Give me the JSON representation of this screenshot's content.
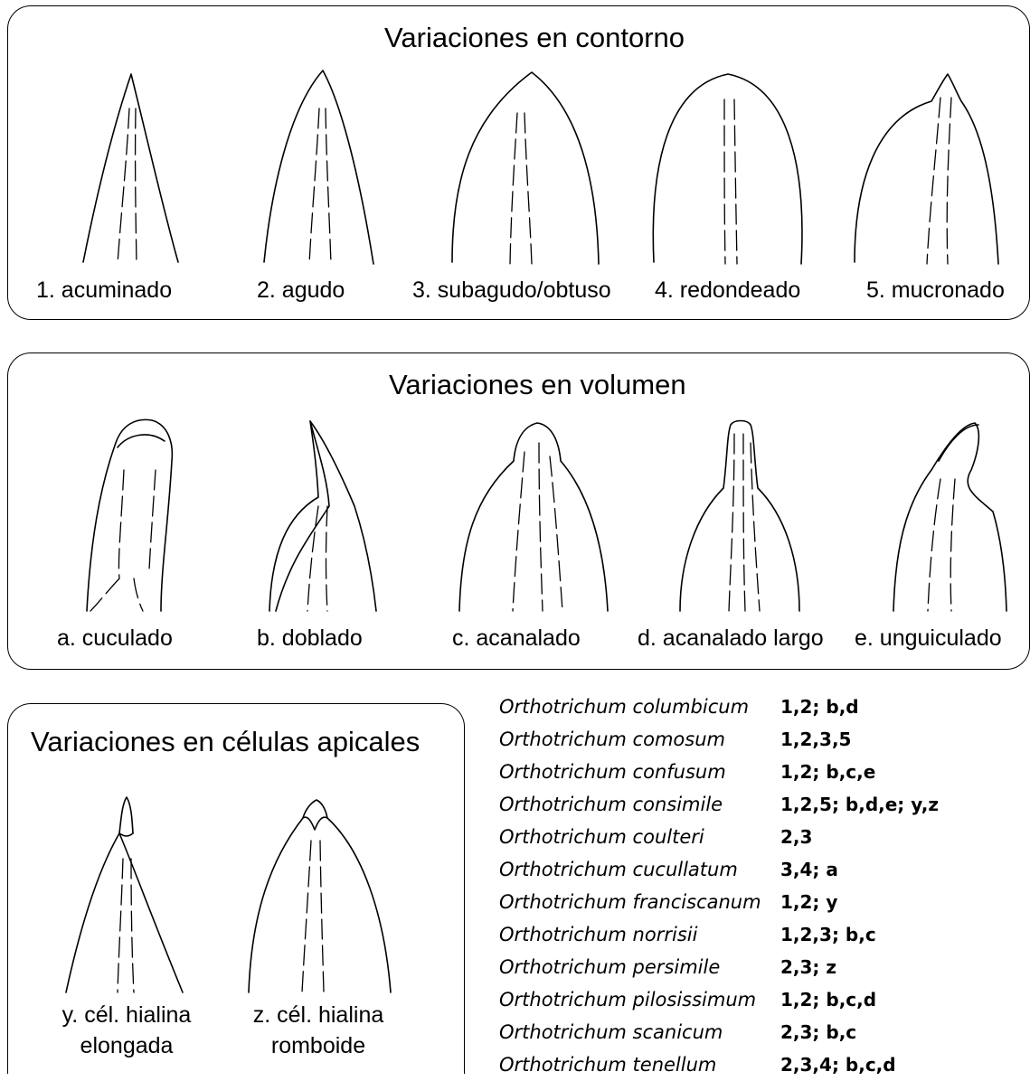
{
  "panels": {
    "contour": {
      "title": "Variaciones en contorno",
      "items": [
        {
          "label": "1. acuminado"
        },
        {
          "label": "2. agudo"
        },
        {
          "label": "3. subagudo/obtuso"
        },
        {
          "label": "4. redondeado"
        },
        {
          "label": "5. mucronado"
        }
      ]
    },
    "volume": {
      "title": "Variaciones en volumen",
      "items": [
        {
          "label": "a. cuculado"
        },
        {
          "label": "b. doblado"
        },
        {
          "label": "c. acanalado"
        },
        {
          "label": "d. acanalado largo"
        },
        {
          "label": "e. unguiculado"
        }
      ]
    },
    "apical": {
      "title": "Variaciones en células apicales",
      "items": [
        {
          "label_line1": "y. cél. hialina",
          "label_line2": "elongada"
        },
        {
          "label_line1": "z. cél. hialina",
          "label_line2": "romboide"
        }
      ]
    }
  },
  "species": [
    {
      "name": "Orthotrichum columbicum",
      "codes": "1,2; b,d"
    },
    {
      "name": "Orthotrichum comosum",
      "codes": "1,2,3,5"
    },
    {
      "name": "Orthotrichum confusum",
      "codes": "1,2; b,c,e"
    },
    {
      "name": "Orthotrichum consimile",
      "codes": "1,2,5; b,d,e; y,z"
    },
    {
      "name": "Orthotrichum coulteri",
      "codes": "2,3"
    },
    {
      "name": "Orthotrichum cucullatum",
      "codes": "3,4; a"
    },
    {
      "name": "Orthotrichum franciscanum",
      "codes": "1,2; y"
    },
    {
      "name": "Orthotrichum norrisii",
      "codes": "1,2,3; b,c"
    },
    {
      "name": "Orthotrichum persimile",
      "codes": "2,3; z"
    },
    {
      "name": "Orthotrichum pilosissimum",
      "codes": "1,2; b,c,d"
    },
    {
      "name": "Orthotrichum scanicum",
      "codes": "2,3; b,c"
    },
    {
      "name": "Orthotrichum tenellum",
      "codes": "2,3,4; b,c,d"
    }
  ]
}
